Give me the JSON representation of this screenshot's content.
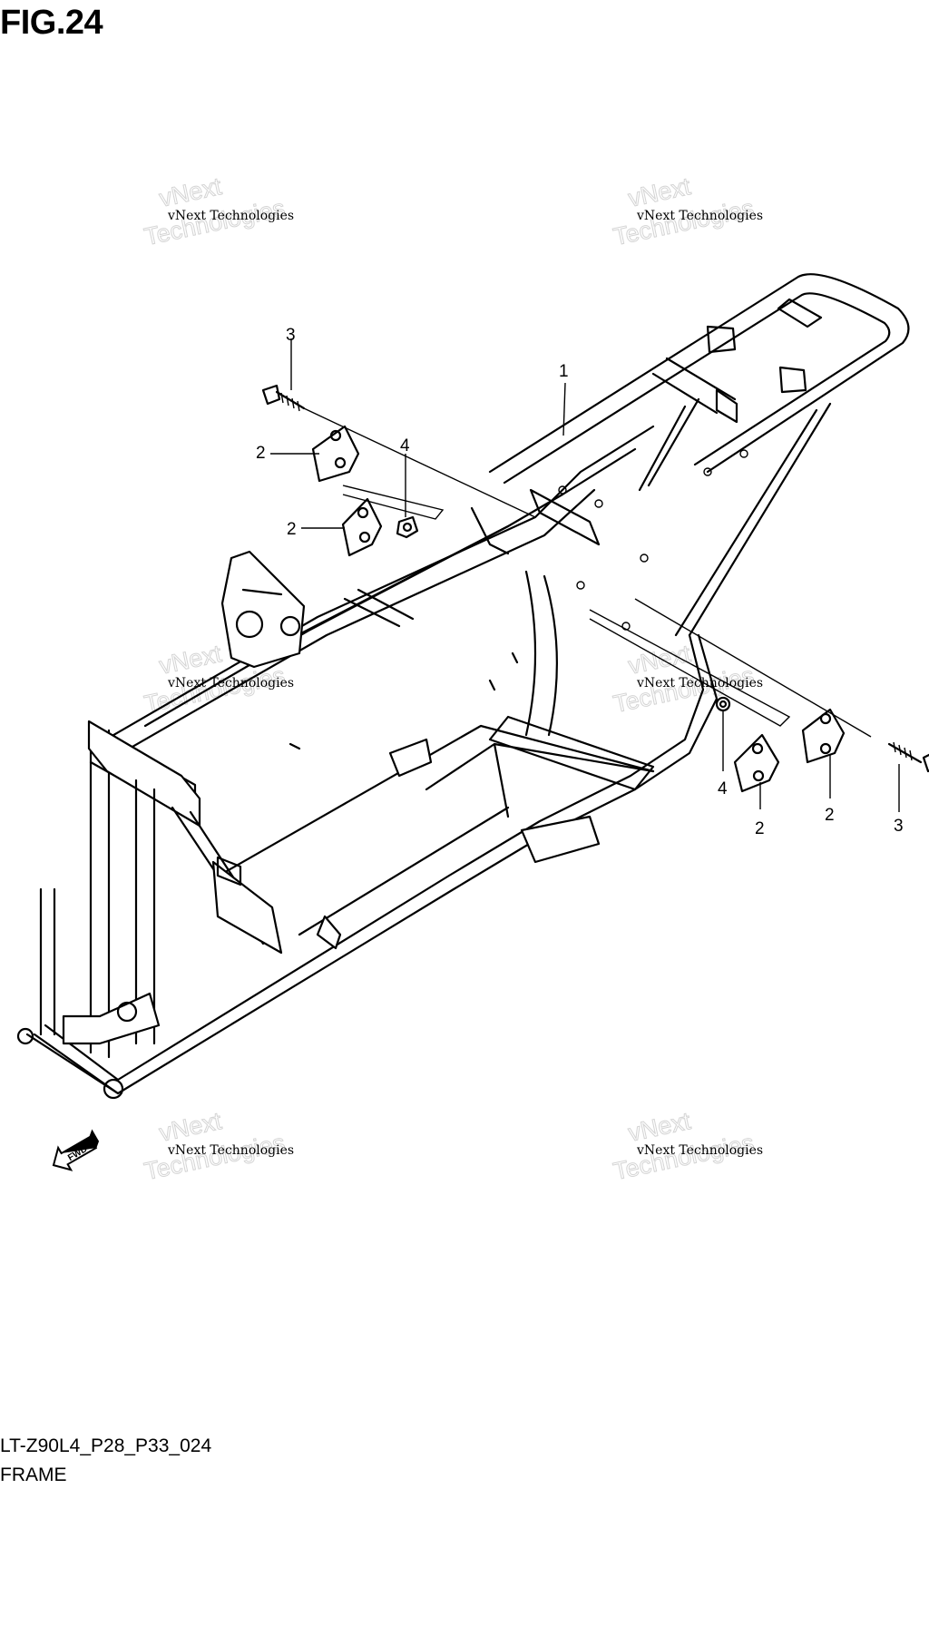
{
  "figure": {
    "title": "FIG.24",
    "code": "LT-Z90L4_P28_P33_024",
    "name": "FRAME"
  },
  "callouts": [
    {
      "id": "c1",
      "label": "1"
    },
    {
      "id": "c2a",
      "label": "2"
    },
    {
      "id": "c2b",
      "label": "2"
    },
    {
      "id": "c2c",
      "label": "2"
    },
    {
      "id": "c2d",
      "label": "2"
    },
    {
      "id": "c3a",
      "label": "3"
    },
    {
      "id": "c3b",
      "label": "3"
    },
    {
      "id": "c4a",
      "label": "4"
    },
    {
      "id": "c4b",
      "label": "4"
    }
  ],
  "watermark": {
    "small": "vNext Technologies",
    "big": "Technologies",
    "top": "vNext"
  },
  "fwd_arrow_label": "FWD"
}
